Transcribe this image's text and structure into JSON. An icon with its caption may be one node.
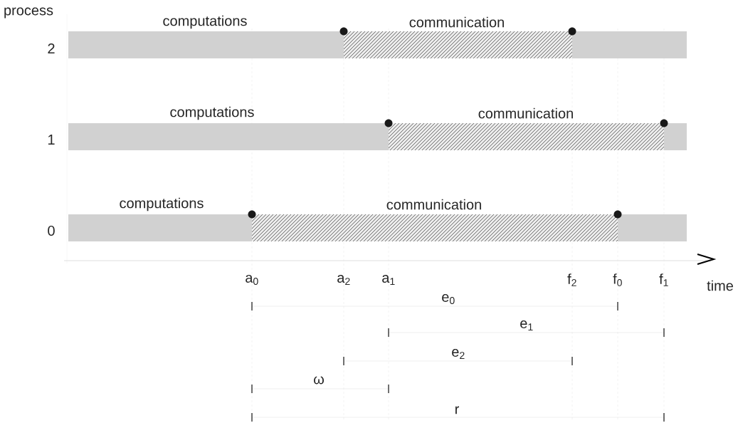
{
  "diagram": {
    "labels": [
      "process",
      "computations",
      "communication",
      "2",
      "computations",
      "communication",
      "1",
      "computations",
      "communication",
      "0",
      "a$_{0}$",
      "a$_{2}$",
      "a$_{1}$",
      "f$_{2}$",
      "f$_{0}$",
      "f$_{1}$",
      "time",
      "e$_{0}$",
      "e$_{1}$",
      "e$_{2}$",
      "ω",
      "r"
    ]
  }
}
